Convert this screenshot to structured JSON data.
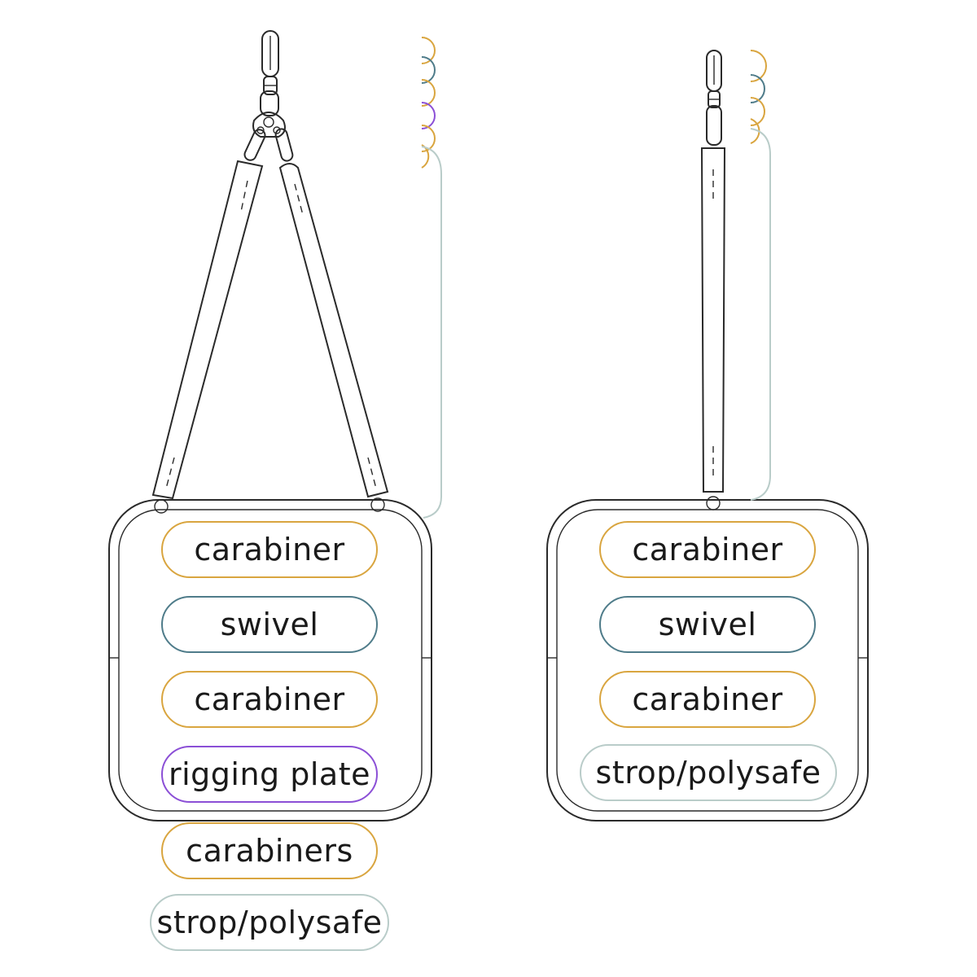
{
  "colors": {
    "carabiner": "#d9a53f",
    "swivel": "#4f7c8a",
    "rigging_plate": "#8b4fd6",
    "strop": "#b9ccc9",
    "line": "#2a2a2a"
  },
  "left_setup": {
    "labels": [
      "carabiner",
      "swivel",
      "carabiner",
      "rigging plate",
      "carabiners",
      "strop/polysafe"
    ]
  },
  "right_setup": {
    "labels": [
      "carabiner",
      "swivel",
      "carabiner",
      "strop/polysafe"
    ]
  }
}
